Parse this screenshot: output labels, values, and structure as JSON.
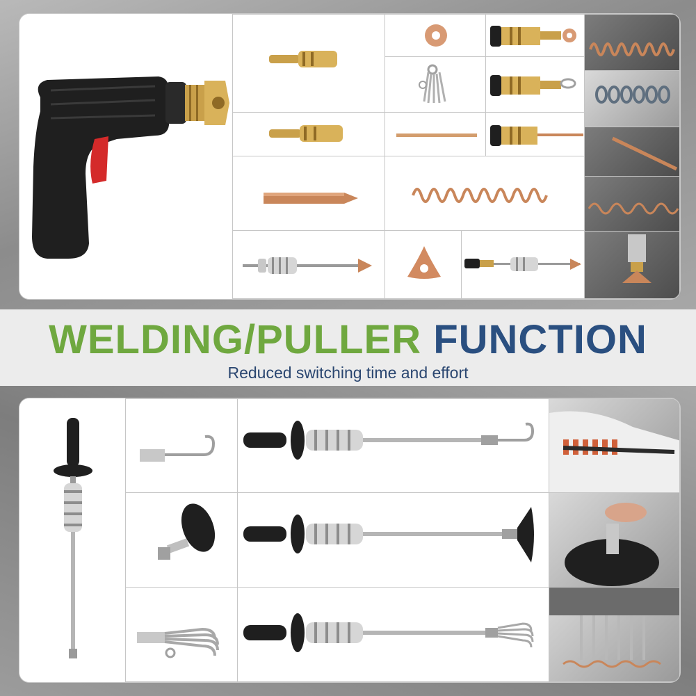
{
  "banner": {
    "title_part1": "WELDING/PULLER",
    "title_part2": "FUNCTION",
    "subtitle": "Reduced switching time and effort"
  },
  "colors": {
    "title_green": "#6fa83f",
    "title_blue": "#2a4f80",
    "brass": "#c9a04a",
    "copper": "#c9865a",
    "grip_black": "#1f1f1f",
    "trigger_red": "#d42a2a",
    "chrome": "#c8c8c8"
  },
  "welding_panel": {
    "tool": "spot-welder-gun",
    "accessories": [
      "collet-tip",
      "collet-tip-long",
      "copper-electrode",
      "copper-washer",
      "ring-washers",
      "copper-rod",
      "copper-spring-wire",
      "slide-hammer-tip",
      "triangle-star-washer"
    ],
    "usage_photos": [
      "spring-wire-photo",
      "washer-row-photo",
      "rod-welding-photo",
      "wave-wire-photo",
      "star-tip-photo"
    ]
  },
  "puller_panel": {
    "tool": "slide-hammer",
    "attachments": [
      "hook-attachment",
      "suction-cup-attachment",
      "claw-attachment"
    ],
    "assemblies": [
      "slide-hammer-hook",
      "slide-hammer-suction-cup",
      "slide-hammer-claw"
    ],
    "usage_photos": [
      "car-door-pull-photo",
      "suction-cup-pull-photo",
      "claw-pull-photo"
    ]
  }
}
